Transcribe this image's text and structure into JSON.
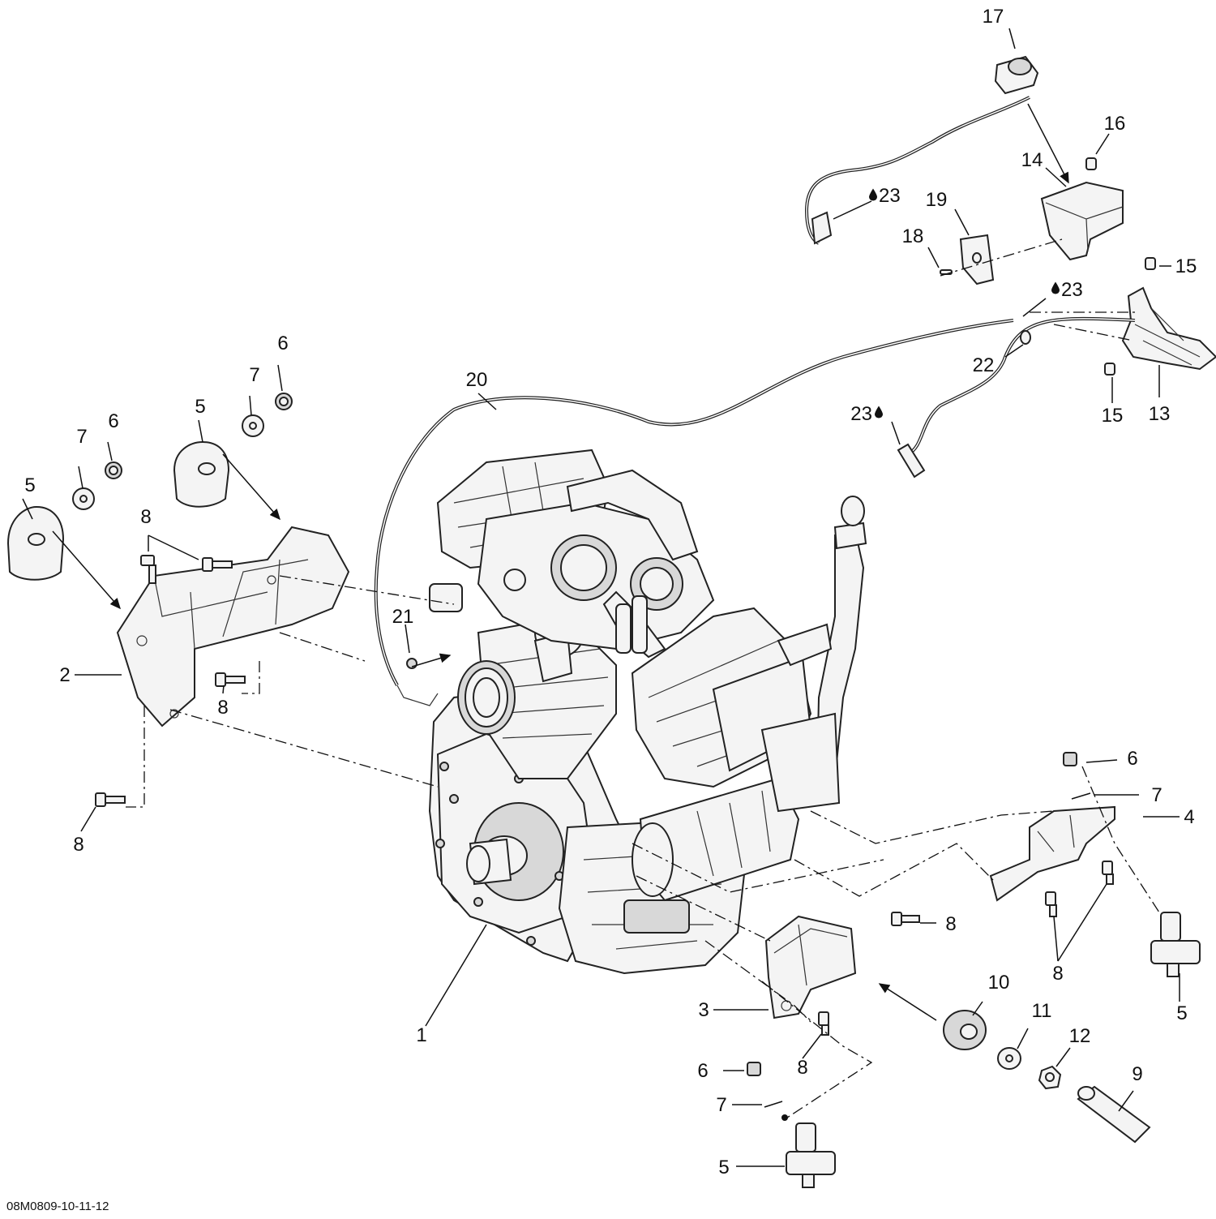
{
  "reference_code": "08M0809-10-11-12",
  "callouts": {
    "c1": "1",
    "c2": "2",
    "c3": "3",
    "c4": "4",
    "c5a": "5",
    "c5b": "5",
    "c5c": "5",
    "c5d": "5",
    "c6a": "6",
    "c6b": "6",
    "c6c": "6",
    "c6d": "6",
    "c7a": "7",
    "c7b": "7",
    "c7c": "7",
    "c7d": "7",
    "c8a": "8",
    "c8b": "8",
    "c8c": "8",
    "c8d": "8",
    "c8e": "8",
    "c8f": "8",
    "c9": "9",
    "c10": "10",
    "c11": "11",
    "c12": "12",
    "c13": "13",
    "c14": "14",
    "c15a": "15",
    "c15b": "15",
    "c16": "16",
    "c17": "17",
    "c18": "18",
    "c19": "19",
    "c20": "20",
    "c21": "21",
    "c22": "22",
    "c23a": "23",
    "c23b": "23",
    "c23c": "23"
  },
  "icons": {
    "drop": "oil-drop-icon"
  }
}
